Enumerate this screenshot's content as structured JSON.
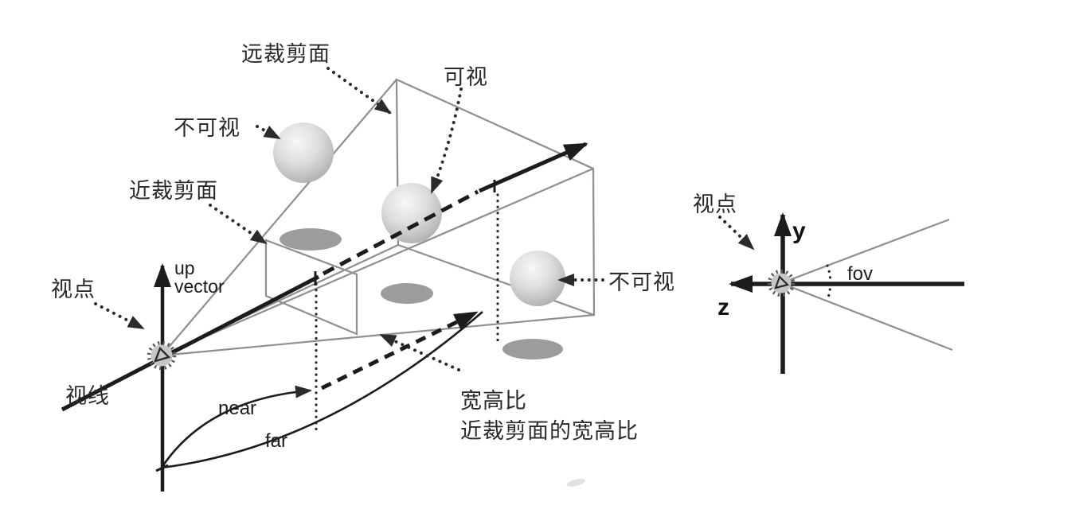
{
  "figure": {
    "description": "Textbook diagram of a 3D perspective view frustum (viewing volume) with eye point, near and far clipping planes, visible and invisible spheres, and a side view of the field-of-view angle",
    "colors": {
      "background": "#ffffff",
      "ink": "#1c1c1c",
      "construction_gray": "#8f8f8f",
      "leader_dot": "#2b2b2b",
      "shadow_gray": "#9c9c9c",
      "sphere_highlight": "#f7f7f7",
      "sphere_shade": "#a5a5a5",
      "eye_gear_fill": "#c6c6c6"
    }
  },
  "frustum_diagram": {
    "far_plane_label": "远裁剪面",
    "visible_label": "可视",
    "invisible_top_label": "不可视",
    "near_plane_label": "近裁剪面",
    "invisible_right_label": "不可视",
    "eye_label": "视点",
    "up_vector_label_line1": "up",
    "up_vector_label_line2": "vector",
    "sight_line_label": "视线",
    "near_label": "near",
    "far_label": "far",
    "aspect_ratio_label": "宽高比",
    "aspect_ratio_sub_label": "近裁剪面的宽高比"
  },
  "fov_diagram": {
    "eye_label": "视点",
    "y_axis_label": "y",
    "z_axis_label": "z",
    "fov_label": "fov"
  }
}
